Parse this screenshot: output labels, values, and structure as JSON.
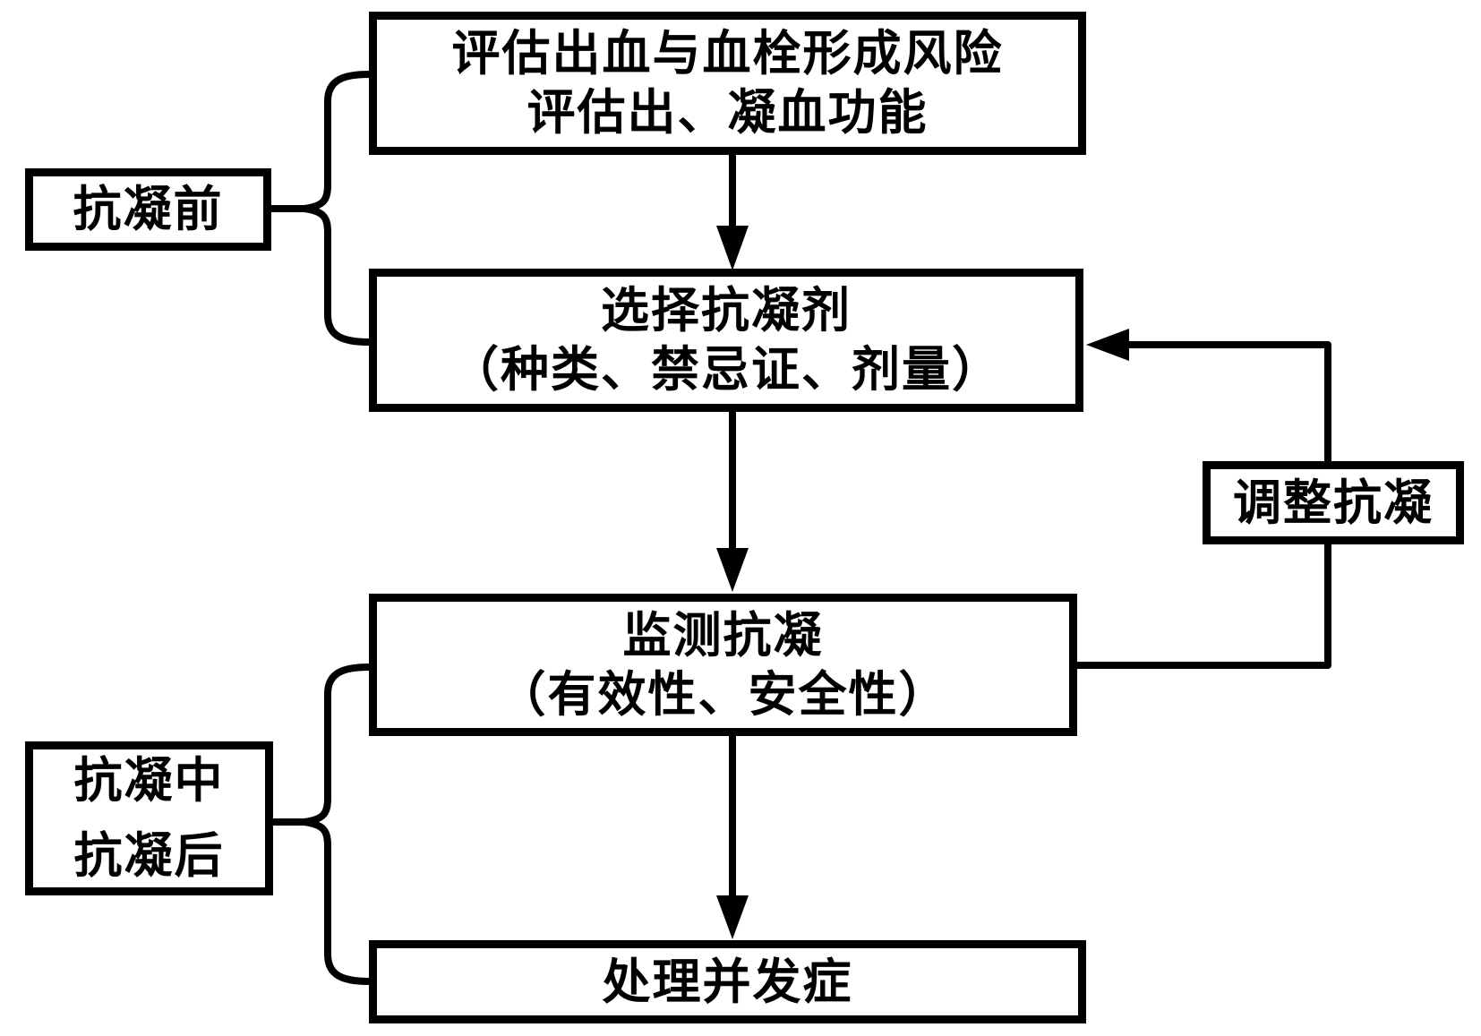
{
  "colors": {
    "line": "#000000",
    "text": "#000000",
    "background": "#ffffff",
    "box_fill": "#ffffff"
  },
  "flow_boxes": {
    "assess": {
      "line1": "评估出血与血栓形成风险",
      "line2": "评估出、凝血功能"
    },
    "select": {
      "line1": "选择抗凝剂",
      "line2": "（种类、禁忌证、剂量）"
    },
    "monitor": {
      "line1": "监测抗凝",
      "line2": "（有效性、安全性）"
    },
    "handle": {
      "line1": "处理并发症"
    },
    "adjust": {
      "line1": "调整抗凝"
    }
  },
  "stage_labels": {
    "before": {
      "line1": "抗凝前"
    },
    "during_after": {
      "line1": "抗凝中",
      "line2": "抗凝后"
    }
  }
}
